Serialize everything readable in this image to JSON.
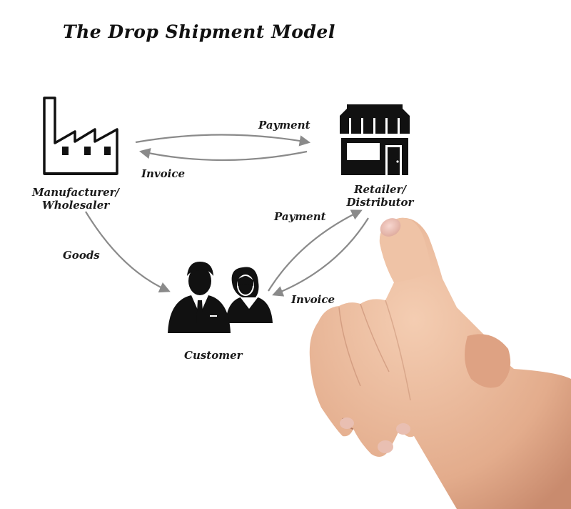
{
  "title": "The Drop Shipment Model",
  "nodes": {
    "manufacturer": {
      "line1": "Manufacturer/",
      "line2": "Wholesaler",
      "icon": "factory-icon"
    },
    "retailer": {
      "line1": "Retailer/",
      "line2": "Distributor",
      "icon": "storefront-icon"
    },
    "customer": {
      "label": "Customer",
      "icon": "people-icon"
    }
  },
  "edges": {
    "payment_top": "Payment",
    "invoice_top": "Invoice",
    "goods": "Goods",
    "payment_right": "Payment",
    "invoice_right": "Invoice"
  },
  "colors": {
    "arrow": "#8a8a8a",
    "icon": "#111111",
    "skin": "#e8b89a"
  }
}
